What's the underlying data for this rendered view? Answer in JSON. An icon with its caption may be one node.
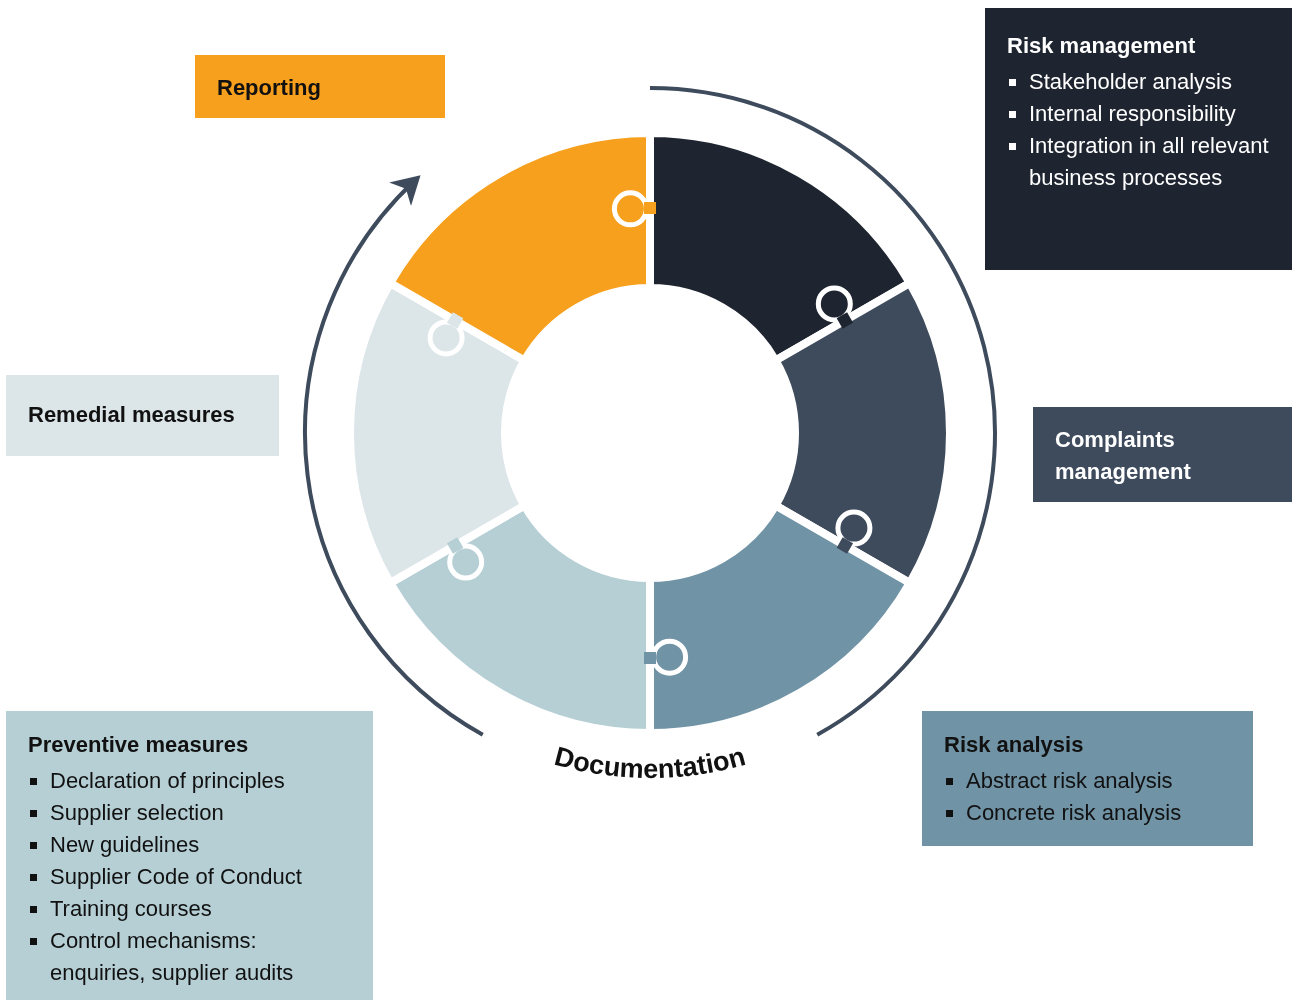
{
  "diagram": {
    "nodes": [
      {
        "text": [
          "Reporting"
        ]
      },
      {
        "text": [
          "Risk management",
          "Stakeholder analysis",
          "Internal responsibility",
          "Integration in all relevant business processes"
        ]
      },
      {
        "text": [
          "Complaints management"
        ]
      },
      {
        "text": [
          "Risk analysis",
          "Abstract risk analysis",
          "Concrete risk analysis"
        ]
      },
      {
        "text": [
          "Preventive measures",
          "Declaration of principles",
          "Supplier selection",
          "New guidelines",
          "Supplier Code of Conduct",
          "Training courses",
          "Control mechanisms: enquiries, supplier audits"
        ]
      },
      {
        "text": [
          "Remedial measures"
        ]
      }
    ],
    "edges": [],
    "labels": [
      "Documentation"
    ]
  }
}
